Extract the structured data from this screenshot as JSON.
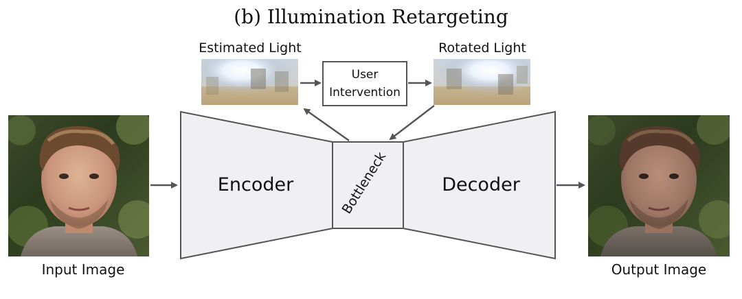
{
  "title": "(b) Illumination Retargeting",
  "labels": {
    "estimated_light": "Estimated Light",
    "rotated_light": "Rotated Light",
    "user_intervention_line1": "User",
    "user_intervention_line2": "Intervention",
    "encoder": "Encoder",
    "bottleneck": "Bottleneck",
    "decoder": "Decoder",
    "input_image": "Input Image",
    "output_image": "Output Image"
  },
  "colors": {
    "block_fill": "#f0f0f2",
    "block_stroke": "#555555",
    "arrow": "#555555",
    "text": "#111111"
  }
}
